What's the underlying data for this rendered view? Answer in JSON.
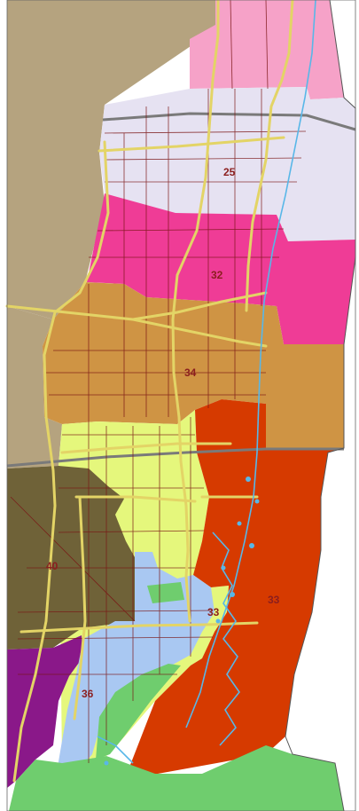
{
  "map": {
    "district_labels": [
      {
        "id": "25",
        "text": "25"
      },
      {
        "id": "32",
        "text": "32"
      },
      {
        "id": "34",
        "text": "34"
      },
      {
        "id": "33-west",
        "text": "33"
      },
      {
        "id": "33-east",
        "text": "33"
      },
      {
        "id": "40",
        "text": "40"
      },
      {
        "id": "36",
        "text": "36"
      }
    ],
    "colors": {
      "tan": "#b5a37f",
      "light_pink": "#f6a2c8",
      "lavender": "#e6e2f2",
      "magenta": "#ef3c96",
      "orange_brown": "#cf9444",
      "yellow_green": "#e5f77c",
      "red_orange": "#d63a00",
      "olive": "#6f6238",
      "purple": "#8a1889",
      "light_blue": "#a9c8f2",
      "green": "#6fcd6e",
      "road": "#e3d466",
      "street": "#7a1414",
      "water": "#58b7e8"
    }
  }
}
